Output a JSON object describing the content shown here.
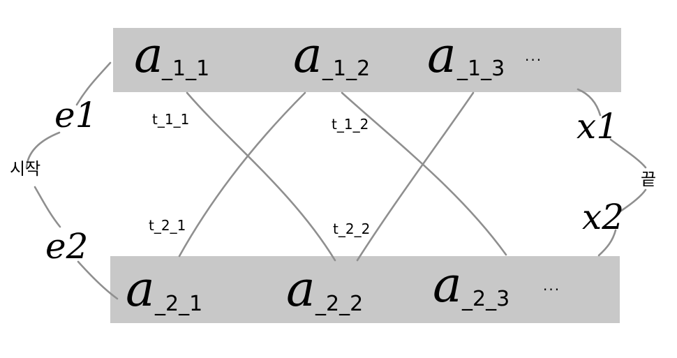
{
  "diagram": {
    "top_row": [
      {
        "label": "a",
        "subscript": "_1_1",
        "suffix": ""
      },
      {
        "label": "a",
        "subscript": "_1_2",
        "suffix": ""
      },
      {
        "label": "a",
        "subscript": "_1_3",
        "suffix": "···"
      }
    ],
    "bottom_row": [
      {
        "label": "a",
        "subscript": "_2_1",
        "suffix": ""
      },
      {
        "label": "a",
        "subscript": "_2_2",
        "suffix": ""
      },
      {
        "label": "a",
        "subscript": "_2_3",
        "suffix": "···"
      }
    ],
    "edge_labels": {
      "t_1_1": "t_1_1",
      "t_1_2": "t_1_2",
      "t_2_1": "t_2_1",
      "t_2_2": "t_2_2"
    },
    "entry": {
      "e1": "e1",
      "e2": "e2",
      "start": "시작"
    },
    "exit": {
      "x1": "x1",
      "x2": "x2",
      "end": "끝"
    },
    "colors": {
      "band": "#c8c8c8",
      "wire": "#8f8f8f",
      "ink": "#000000"
    }
  }
}
